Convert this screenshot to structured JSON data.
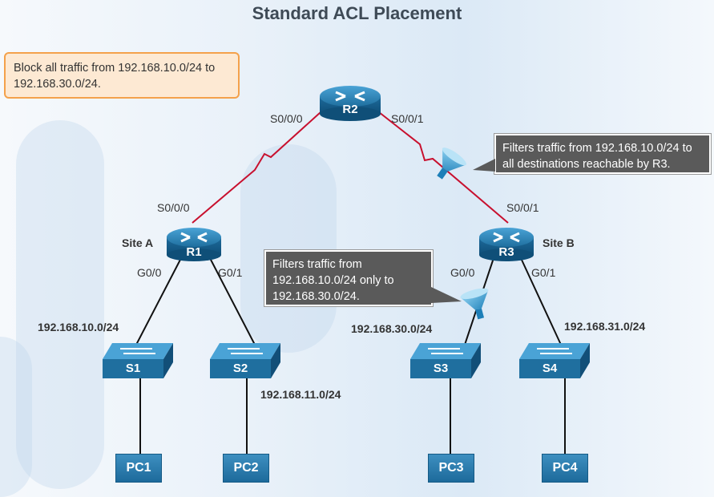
{
  "title": "Standard ACL Placement",
  "note": "Block all traffic from 192.168.10.0/24 to 192.168.30.0/24.",
  "callouts": {
    "r2_s001": "Filters traffic from 192.168.10.0/24 to all destinations reachable by R3.",
    "r3_g00": "Filters traffic from 192.168.10.0/24 only to 192.168.30.0/24."
  },
  "routers": {
    "r1": "R1",
    "r2": "R2",
    "r3": "R3"
  },
  "sites": {
    "a": "Site A",
    "b": "Site B"
  },
  "interfaces": {
    "r2_s000": "S0/0/0",
    "r2_s001": "S0/0/1",
    "r1_s000": "S0/0/0",
    "r3_s001": "S0/0/1",
    "r1_g00": "G0/0",
    "r1_g01": "G0/1",
    "r3_g00": "G0/0",
    "r3_g01": "G0/1"
  },
  "networks": {
    "n10": "192.168.10.0/24",
    "n11": "192.168.11.0/24",
    "n30": "192.168.30.0/24",
    "n31": "192.168.31.0/24"
  },
  "switches": {
    "s1": "S1",
    "s2": "S2",
    "s3": "S3",
    "s4": "S4"
  },
  "pcs": {
    "pc1": "PC1",
    "pc2": "PC2",
    "pc3": "PC3",
    "pc4": "PC4"
  },
  "colors": {
    "wan_link": "#c8102e",
    "lan_link": "#111111",
    "device": "#1f6f9f",
    "note_border": "#f4a14b"
  },
  "icons": [
    "router-icon",
    "switch-icon",
    "pc-icon",
    "acl-filter-icon"
  ]
}
